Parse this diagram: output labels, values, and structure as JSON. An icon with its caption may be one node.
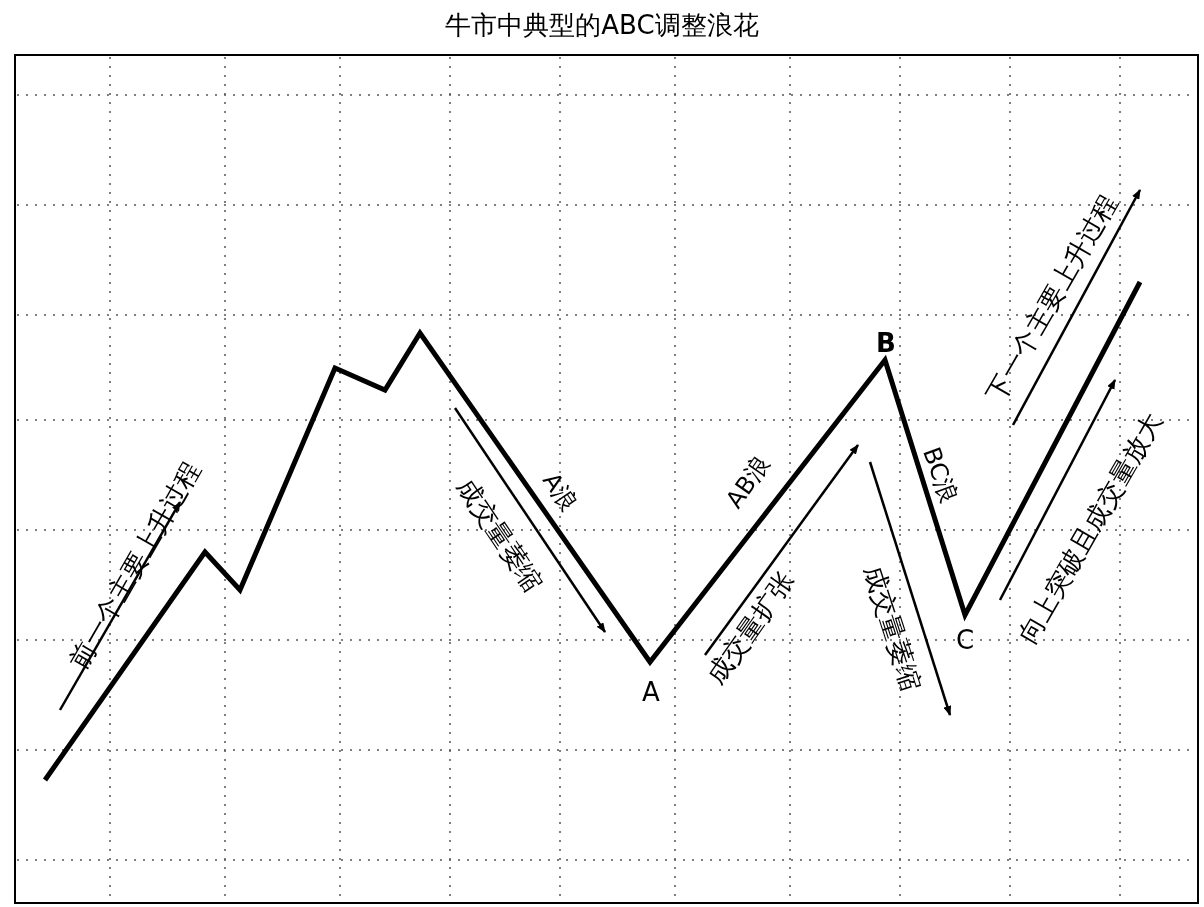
{
  "diagram": {
    "title": "牛市中典型的ABC调整浪花",
    "labels": [
      "前一个主要上升过程",
      "成交量萎缩",
      "A浪",
      "A",
      "AB浪",
      "成交量扩张",
      "B",
      "BC浪",
      "成交量萎缩",
      "C",
      "下一个主要上升过程",
      "向上突破且成交量放大"
    ]
  }
}
